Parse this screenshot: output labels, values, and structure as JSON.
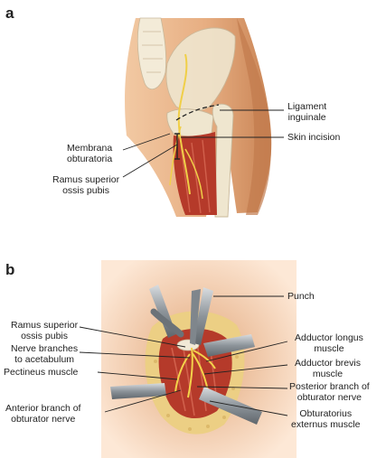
{
  "panel_a": {
    "letter": "a",
    "labels": {
      "ligament": [
        "Ligament",
        "inguinale"
      ],
      "skin_incision": "Skin incision",
      "membrana": [
        "Membrana",
        "obturatoria"
      ],
      "ramus": [
        "Ramus superior",
        "ossis pubis"
      ]
    }
  },
  "panel_b": {
    "letter": "b",
    "labels": {
      "punch": "Punch",
      "ramus": [
        "Ramus superior",
        "ossis pubis"
      ],
      "nerve_branches": [
        "Nerve branches",
        "to acetabulum"
      ],
      "pectineus": "Pectineus muscle",
      "anterior_branch": [
        "Anterior branch of",
        "obturator nerve"
      ],
      "adductor_longus": [
        "Adductor longus",
        "muscle"
      ],
      "adductor_brevis": [
        "Adductor brevis",
        "muscle"
      ],
      "posterior_branch": [
        "Posterior branch of",
        "obturator nerve"
      ],
      "obturatorius": [
        "Obturatorius",
        "externus muscle"
      ]
    }
  },
  "colors": {
    "skin": "#e9b48a",
    "skin_dark": "#cf8e62",
    "bone": "#efe6cf",
    "muscle": "#b53a2a",
    "nerve": "#f3d24a",
    "fat": "#eccf84",
    "instrument": "#9aa0a6"
  }
}
